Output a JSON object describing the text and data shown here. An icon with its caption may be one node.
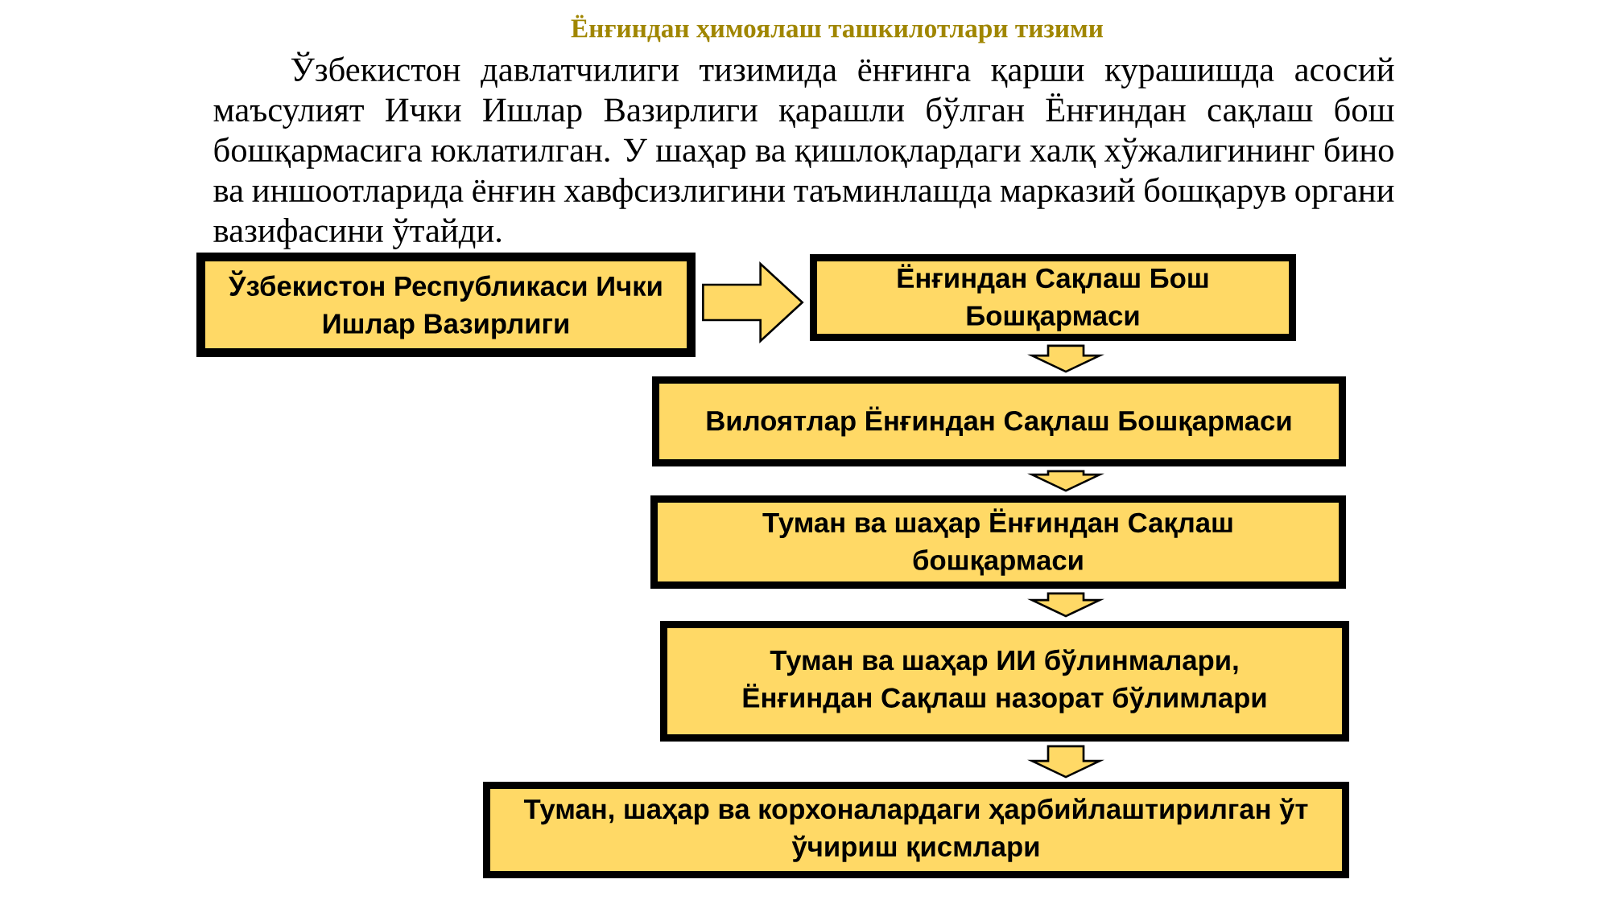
{
  "diagram": {
    "title": "Ёнғиндан ҳимоялаш ташкилотлари тизими",
    "nodes": [
      {
        "text": [
          "Ўзбекистон Республикаси Ички Ишлар Вазирлиги"
        ]
      },
      {
        "text": [
          "Ёнғиндан Сақлаш Бош Бошқармаси"
        ]
      },
      {
        "text": [
          "Вилоятлар Ёнғиндан Сақлаш Бошқармаси"
        ]
      },
      {
        "text": [
          "Туман ва шаҳар Ёнғиндан Сақлаш бошқармаси"
        ]
      },
      {
        "text": [
          "Туман ва шаҳар ИИ бўлинмалари, Ёнғиндан Сақлаш назорат бўлимлари"
        ]
      },
      {
        "text": [
          "Туман, шаҳар ва корхоналардаги ҳарбийлаштирилган ўт ўчириш қисмлари"
        ]
      }
    ],
    "edges": [
      {
        "from": 0,
        "to": 1,
        "arrow": "to"
      },
      {
        "from": 1,
        "to": 2,
        "arrow": "to"
      },
      {
        "from": 2,
        "to": 3,
        "arrow": "to"
      },
      {
        "from": 3,
        "to": 4,
        "arrow": "to"
      },
      {
        "from": 4,
        "to": 5,
        "arrow": "to"
      }
    ],
    "labels": [
      "Ўзбекистон давлатчилиги тизимида ёнғинга қарши курашишда асосий маъсулият Ички Ишлар Вазирлиги қарашли бўлган Ёнғиндан сақлаш бош бошқармасига юклатилган. У шаҳар ва қишлоқлардаги халқ хўжалигининг бино ва иншоотларида ёнғин хавфсизлигини таъминлашда марказий бошқарув органи вазифасини ўтайди."
    ]
  }
}
